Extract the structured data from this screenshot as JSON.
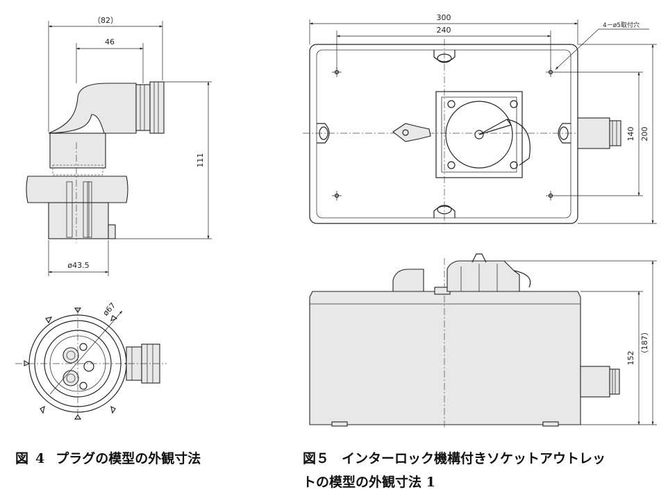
{
  "figure4": {
    "caption_prefix": "図",
    "caption_number": "4",
    "caption_title": "プラグの模型の外観寸法",
    "dims": {
      "overall_width": "（82）",
      "outlet_offset": "46",
      "height": "111",
      "base_diameter": "ø43.5",
      "flange_diameter": "ø67"
    }
  },
  "figure5": {
    "caption_prefix": "図５",
    "caption_title_line1": "インターロック機構付きソケットアウトレッ",
    "caption_title_line2": "トの模型の外観寸法",
    "caption_suffix": "1",
    "dims": {
      "width_outer": "300",
      "width_holes": "240",
      "hole_spec": "4－ø5取付穴",
      "height_holes": "140",
      "height_outer": "200",
      "body_height": "152",
      "total_height": "（187）"
    }
  }
}
